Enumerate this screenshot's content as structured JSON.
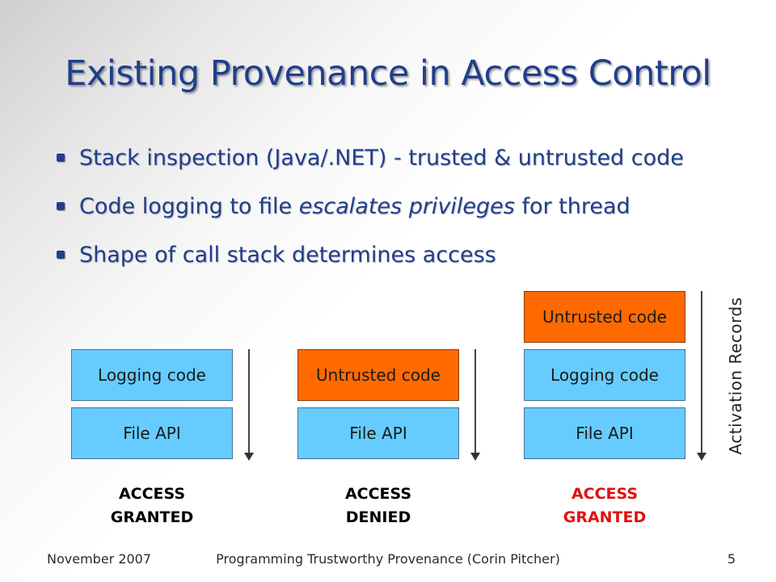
{
  "slide": {
    "title": "Existing Provenance in Access Control",
    "bullets": [
      {
        "text": "Stack inspection (Java/.NET) - trusted & untrusted code"
      },
      {
        "pre": "Code logging to file ",
        "em": "escalates privileges",
        "post": " for thread"
      },
      {
        "text": "Shape of call stack determines access"
      }
    ],
    "stacks": [
      {
        "frames": [
          "Logging code",
          "File API"
        ],
        "result": [
          "ACCESS",
          "GRANTED"
        ],
        "result_color": "#000000"
      },
      {
        "frames": [
          "Untrusted code",
          "File API"
        ],
        "result": [
          "ACCESS",
          "DENIED"
        ],
        "result_color": "#000000"
      },
      {
        "frames": [
          "Untrusted code",
          "Logging code",
          "File API"
        ],
        "result": [
          "ACCESS",
          "GRANTED"
        ],
        "result_color": "#e01010"
      }
    ],
    "axis_label": "Activation Records",
    "colors": {
      "title": "#1f3e8c",
      "frame_blue": "#66ccff",
      "frame_orange": "#ff6a00",
      "result_red": "#e01010"
    }
  },
  "footer": {
    "date": "November 2007",
    "center": "Programming Trustworthy Provenance (Corin Pitcher)",
    "page": "5"
  }
}
